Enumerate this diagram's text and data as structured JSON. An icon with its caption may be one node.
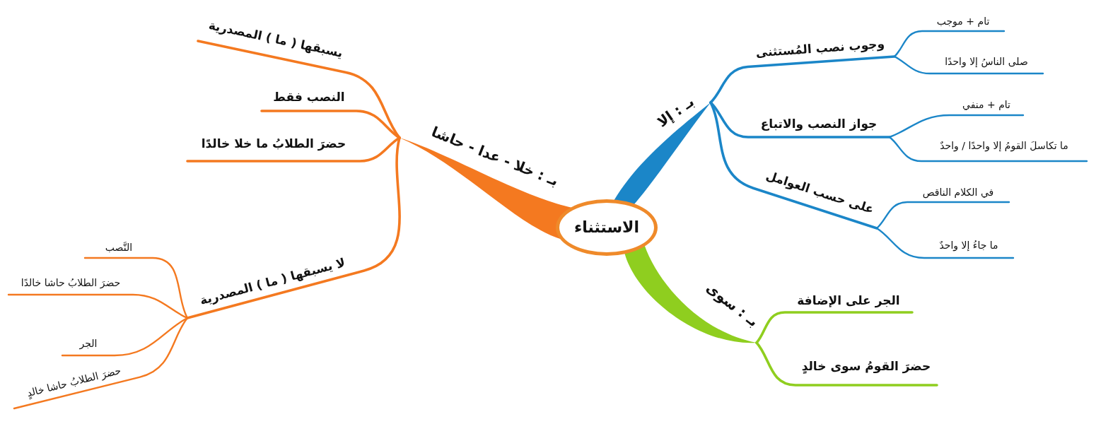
{
  "diagram": {
    "nodes": [
      {
        "text": [
          "الاستثناء"
        ]
      },
      {
        "text": [
          "بـ : إلا"
        ]
      },
      {
        "text": [
          "وجوب نصب المُستثنى"
        ]
      },
      {
        "text": [
          "تام + موجب"
        ]
      },
      {
        "text": [
          "صلى الناسُ إلا واحدًا"
        ]
      },
      {
        "text": [
          "جواز النصب والاتباع"
        ]
      },
      {
        "text": [
          "تام + منفي"
        ]
      },
      {
        "text": [
          "ما تكاسلَ القومُ إلا واحدًا / واحدٌ"
        ]
      },
      {
        "text": [
          "على حسب العوامل"
        ]
      },
      {
        "text": [
          "في الكلام الناقص"
        ]
      },
      {
        "text": [
          "ما جاءُ إلا واحدٌ"
        ]
      },
      {
        "text": [
          "بـ : سوى"
        ]
      },
      {
        "text": [
          "الجر على الإضافة"
        ]
      },
      {
        "text": [
          "حضرَ القومُ سوى خالدٍ"
        ]
      },
      {
        "text": [
          "بـ : خلا - عدا - حاشا"
        ]
      },
      {
        "text": [
          "يسبقها ( ما ) المصدرية"
        ]
      },
      {
        "text": [
          "النصب فقط"
        ]
      },
      {
        "text": [
          "حضرَ الطلابُ ما خلا خالدًا"
        ]
      },
      {
        "text": [
          "لا يسبقها ( ما ) المصدرية"
        ]
      },
      {
        "text": [
          "النَّصب"
        ]
      },
      {
        "text": [
          "حضرَ الطلابُ حاشا خالدًا"
        ]
      },
      {
        "text": [
          "الجر"
        ]
      },
      {
        "text": [
          "حضرَ الطلابُ حاشا خالدٍ"
        ]
      }
    ],
    "edges": [
      {
        "from": 0,
        "to": 1,
        "arrow": "none",
        "style": "thick"
      },
      {
        "from": 1,
        "to": 2,
        "arrow": "none"
      },
      {
        "from": 2,
        "to": 3,
        "arrow": "none"
      },
      {
        "from": 2,
        "to": 4,
        "arrow": "none"
      },
      {
        "from": 1,
        "to": 5,
        "arrow": "none"
      },
      {
        "from": 5,
        "to": 6,
        "arrow": "none"
      },
      {
        "from": 5,
        "to": 7,
        "arrow": "none"
      },
      {
        "from": 1,
        "to": 8,
        "arrow": "none"
      },
      {
        "from": 8,
        "to": 9,
        "arrow": "none"
      },
      {
        "from": 8,
        "to": 10,
        "arrow": "none"
      },
      {
        "from": 0,
        "to": 11,
        "arrow": "none",
        "style": "thick",
        "color": "#8fce1f"
      },
      {
        "from": 11,
        "to": 12,
        "arrow": "none",
        "color": "#8fce1f"
      },
      {
        "from": 11,
        "to": 13,
        "arrow": "none",
        "color": "#8fce1f"
      },
      {
        "from": 0,
        "to": 14,
        "arrow": "none",
        "style": "thick",
        "color": "#f47920"
      },
      {
        "from": 14,
        "to": 15,
        "arrow": "none",
        "color": "#f47920"
      },
      {
        "from": 14,
        "to": 16,
        "arrow": "none",
        "color": "#f47920"
      },
      {
        "from": 14,
        "to": 17,
        "arrow": "none",
        "color": "#f47920"
      },
      {
        "from": 14,
        "to": 18,
        "arrow": "none",
        "color": "#f47920"
      },
      {
        "from": 18,
        "to": 19,
        "arrow": "none",
        "color": "#f47920"
      },
      {
        "from": 18,
        "to": 20,
        "arrow": "none",
        "color": "#f47920"
      },
      {
        "from": 18,
        "to": 21,
        "arrow": "none",
        "color": "#f47920"
      },
      {
        "from": 18,
        "to": 22,
        "arrow": "none",
        "color": "#f47920"
      }
    ]
  }
}
